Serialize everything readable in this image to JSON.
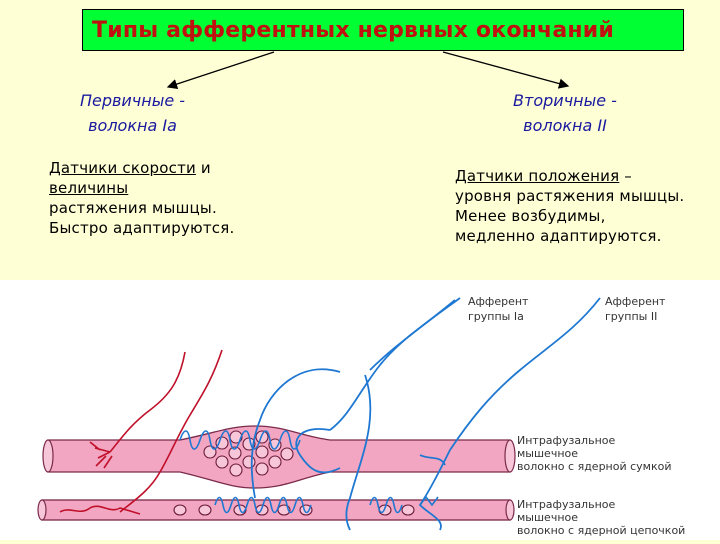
{
  "title": "Типы афферентных нервных окончаний",
  "primary": {
    "heading_line1": "Первичные -",
    "heading_line2": "волокна Ia",
    "desc_u1": "Датчики скорости",
    "desc_t1": " и",
    "desc_u2": "величины",
    "desc_line3": "растяжения мышцы.",
    "desc_line4": "Быстро адаптируются."
  },
  "secondary": {
    "heading_line1": "Вторичные -",
    "heading_line2": "волокна II",
    "desc_u1": "Датчики положения",
    "desc_t1": " –",
    "desc_line2": "уровня растяжения мышцы.",
    "desc_line3": "Менее возбудимы,",
    "desc_line4": "медленно адаптируются."
  },
  "figure": {
    "afferent_ia_line1": "Афферент",
    "afferent_ia_line2": "группы Ia",
    "afferent_ii_line1": "Афферент",
    "afferent_ii_line2": "группы II",
    "bag_fiber_line1": "Интрафузальное",
    "bag_fiber_line2": "мышечное",
    "bag_fiber_line3": "волокно с ядерной сумкой",
    "chain_fiber_line1": "Интрафузальное",
    "chain_fiber_line2": "мышечное",
    "chain_fiber_line3": "волокно с ядерной цепочкой"
  },
  "colors": {
    "title_bg": "#00ff33",
    "title_text": "#c01010",
    "heading_text": "#1a1aa0",
    "background": "#ffffd6",
    "fiber_fill": "#f2a6c2",
    "afferent_blue": "#1e78d2",
    "efferent_red": "#c0102a"
  }
}
